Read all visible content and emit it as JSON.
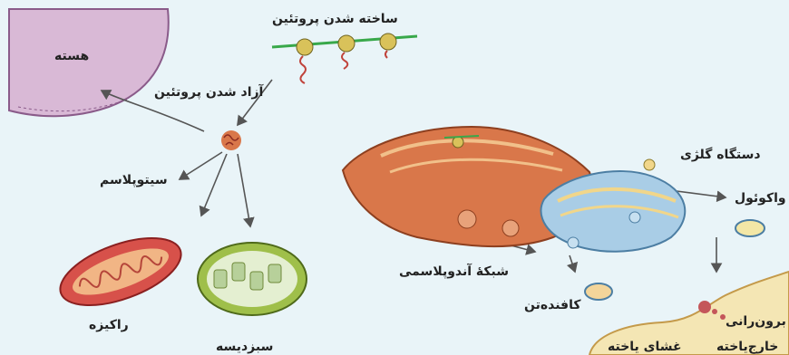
{
  "labels": {
    "protein_synthesis": "ساخته شدن پروتئین",
    "nucleus": "هسته",
    "protein_release": "آزاد شدن پروتئین",
    "cytoplasm": "سیتوپلاسم",
    "golgi": "دستگاه گلژی",
    "vacuole": "واکوئول",
    "er": "شبکهٔ آندوپلاسمی",
    "lysosome": "کافنده‌تن",
    "mitochondrion": "راکیزه",
    "chloroplast": "سبزدیسه",
    "exocytosis": "برون‌رانی",
    "membrane": "غشای یاخته",
    "extracellular": "خارج‌یاخته"
  },
  "colors": {
    "background": "#e9f4f8",
    "nucleus": "#d9b9d6",
    "er": "#d9774a",
    "golgi": "#a9cde6",
    "mitochondrion": "#d7514a",
    "chloroplast": "#9fbf4a",
    "membrane": "#f4e6b4",
    "ribosome_strand": "#38a84a"
  }
}
